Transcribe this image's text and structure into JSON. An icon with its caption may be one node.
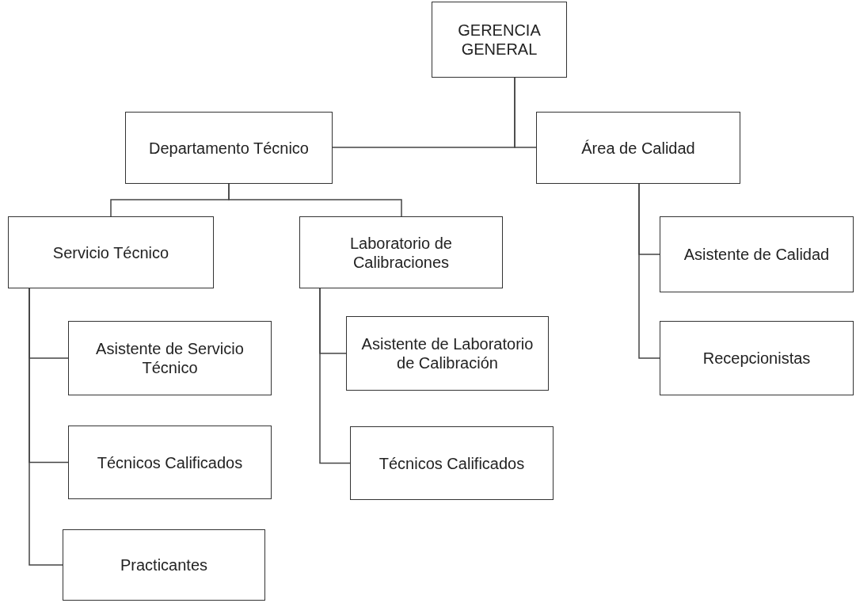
{
  "diagram": {
    "nodes": [
      {
        "text": [
          "GERENCIA GENERAL"
        ]
      },
      {
        "text": [
          "Departamento Técnico"
        ]
      },
      {
        "text": [
          "Área de Calidad"
        ]
      },
      {
        "text": [
          "Servicio Técnico"
        ]
      },
      {
        "text": [
          "Laboratorio de Calibraciones"
        ]
      },
      {
        "text": [
          "Asistente de Servicio Técnico"
        ]
      },
      {
        "text": [
          "Técnicos Calificados"
        ]
      },
      {
        "text": [
          "Practicantes"
        ]
      },
      {
        "text": [
          "Asistente de Laboratorio de Calibración"
        ]
      },
      {
        "text": [
          "Técnicos Calificados"
        ]
      },
      {
        "text": [
          "Asistente de Calidad"
        ]
      },
      {
        "text": [
          "Recepcionistas"
        ]
      }
    ],
    "edges": [
      {
        "from": 0,
        "to": 1,
        "arrow": "none"
      },
      {
        "from": 0,
        "to": 2,
        "arrow": "none"
      },
      {
        "from": 1,
        "to": 3,
        "arrow": "none"
      },
      {
        "from": 1,
        "to": 4,
        "arrow": "none"
      },
      {
        "from": 3,
        "to": 5,
        "arrow": "none"
      },
      {
        "from": 3,
        "to": 6,
        "arrow": "none"
      },
      {
        "from": 3,
        "to": 7,
        "arrow": "none"
      },
      {
        "from": 4,
        "to": 8,
        "arrow": "none"
      },
      {
        "from": 4,
        "to": 9,
        "arrow": "none"
      },
      {
        "from": 2,
        "to": 10,
        "arrow": "none"
      },
      {
        "from": 2,
        "to": 11,
        "arrow": "none"
      }
    ]
  }
}
